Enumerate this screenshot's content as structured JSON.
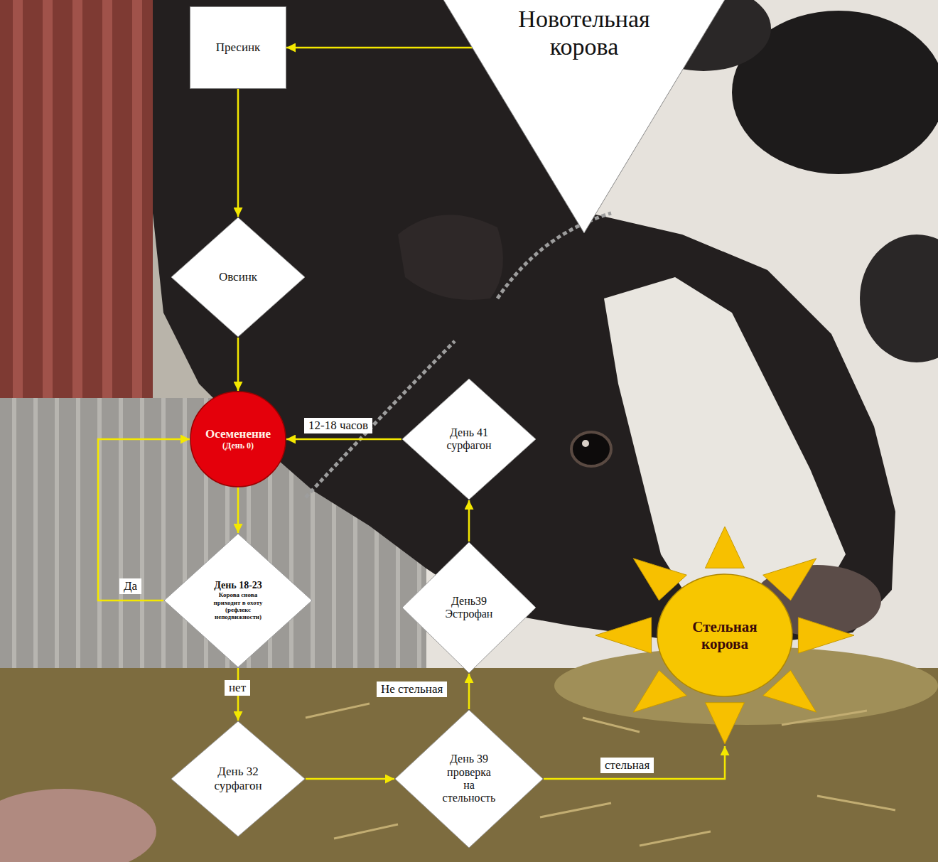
{
  "diagram": {
    "nodes": [
      {
        "text": [
          "Новотельная корова"
        ]
      },
      {
        "text": [
          "Пресинк"
        ]
      },
      {
        "text": [
          "Овсинк"
        ]
      },
      {
        "text": [
          "Осеменение",
          "(День 0)"
        ]
      },
      {
        "text": [
          "День 18-23",
          "Корова снова приходит в охоту (рефлекс неподвижности)"
        ]
      },
      {
        "text": [
          "День 32 сурфагон"
        ]
      },
      {
        "text": [
          "День 39 проверка на стельность"
        ]
      },
      {
        "text": [
          "День39 Эстрофан"
        ]
      },
      {
        "text": [
          "День 41 сурфагон"
        ]
      },
      {
        "text": [
          "Стельная корова"
        ]
      }
    ],
    "edges": [
      {
        "from": 0,
        "to": 1,
        "arrow": "to"
      },
      {
        "from": 1,
        "to": 2,
        "arrow": "to"
      },
      {
        "from": 2,
        "to": 3,
        "arrow": "to"
      },
      {
        "from": 3,
        "to": 4,
        "arrow": "to"
      },
      {
        "from": 4,
        "to": 3,
        "label": "Да",
        "arrow": "to"
      },
      {
        "from": 4,
        "to": 5,
        "label": "нет",
        "arrow": "to"
      },
      {
        "from": 5,
        "to": 6,
        "arrow": "to"
      },
      {
        "from": 6,
        "to": 7,
        "label": "Не стельная",
        "arrow": "to"
      },
      {
        "from": 7,
        "to": 8,
        "arrow": "to"
      },
      {
        "from": 8,
        "to": 3,
        "label": "12-18 часов",
        "arrow": "to"
      },
      {
        "from": 6,
        "to": 9,
        "label": "стельная",
        "arrow": "to"
      }
    ]
  }
}
